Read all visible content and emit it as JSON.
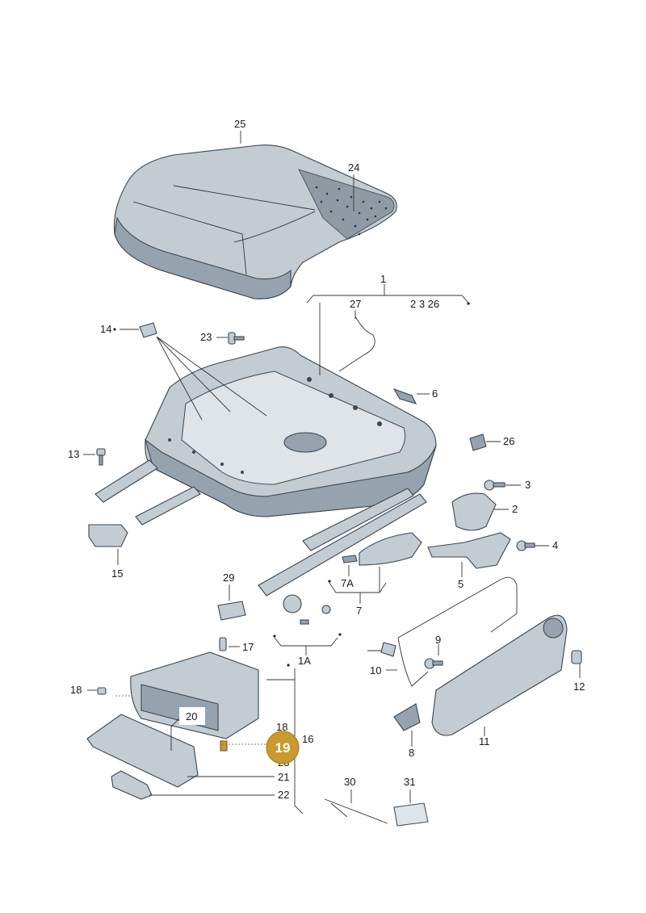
{
  "labels": {
    "l1": "1",
    "l2": "2",
    "l3": "3",
    "l4": "4",
    "l5": "5",
    "l6": "6",
    "l7": "7",
    "l7a": "7A",
    "l8": "8",
    "l9": "9",
    "l10": "10",
    "l11": "11",
    "l12": "12",
    "l13": "13",
    "l14": "14",
    "l15": "15",
    "l16": "16",
    "l17": "17",
    "l18a": "18",
    "l18b": "18",
    "l1a": "1A",
    "l20": "20",
    "l21": "21",
    "l22": "22",
    "l23": "23",
    "l24": "24",
    "l25": "25",
    "l26": "26",
    "l27": "27",
    "l29": "29",
    "l30": "30",
    "l31": "31",
    "group1": "2  3  26",
    "partial": "23"
  },
  "highlight": {
    "label": "19",
    "color": "#c99a2e"
  },
  "colors": {
    "part": "#c3cbd3",
    "part_dark": "#96a2ad",
    "line": "#333333"
  }
}
